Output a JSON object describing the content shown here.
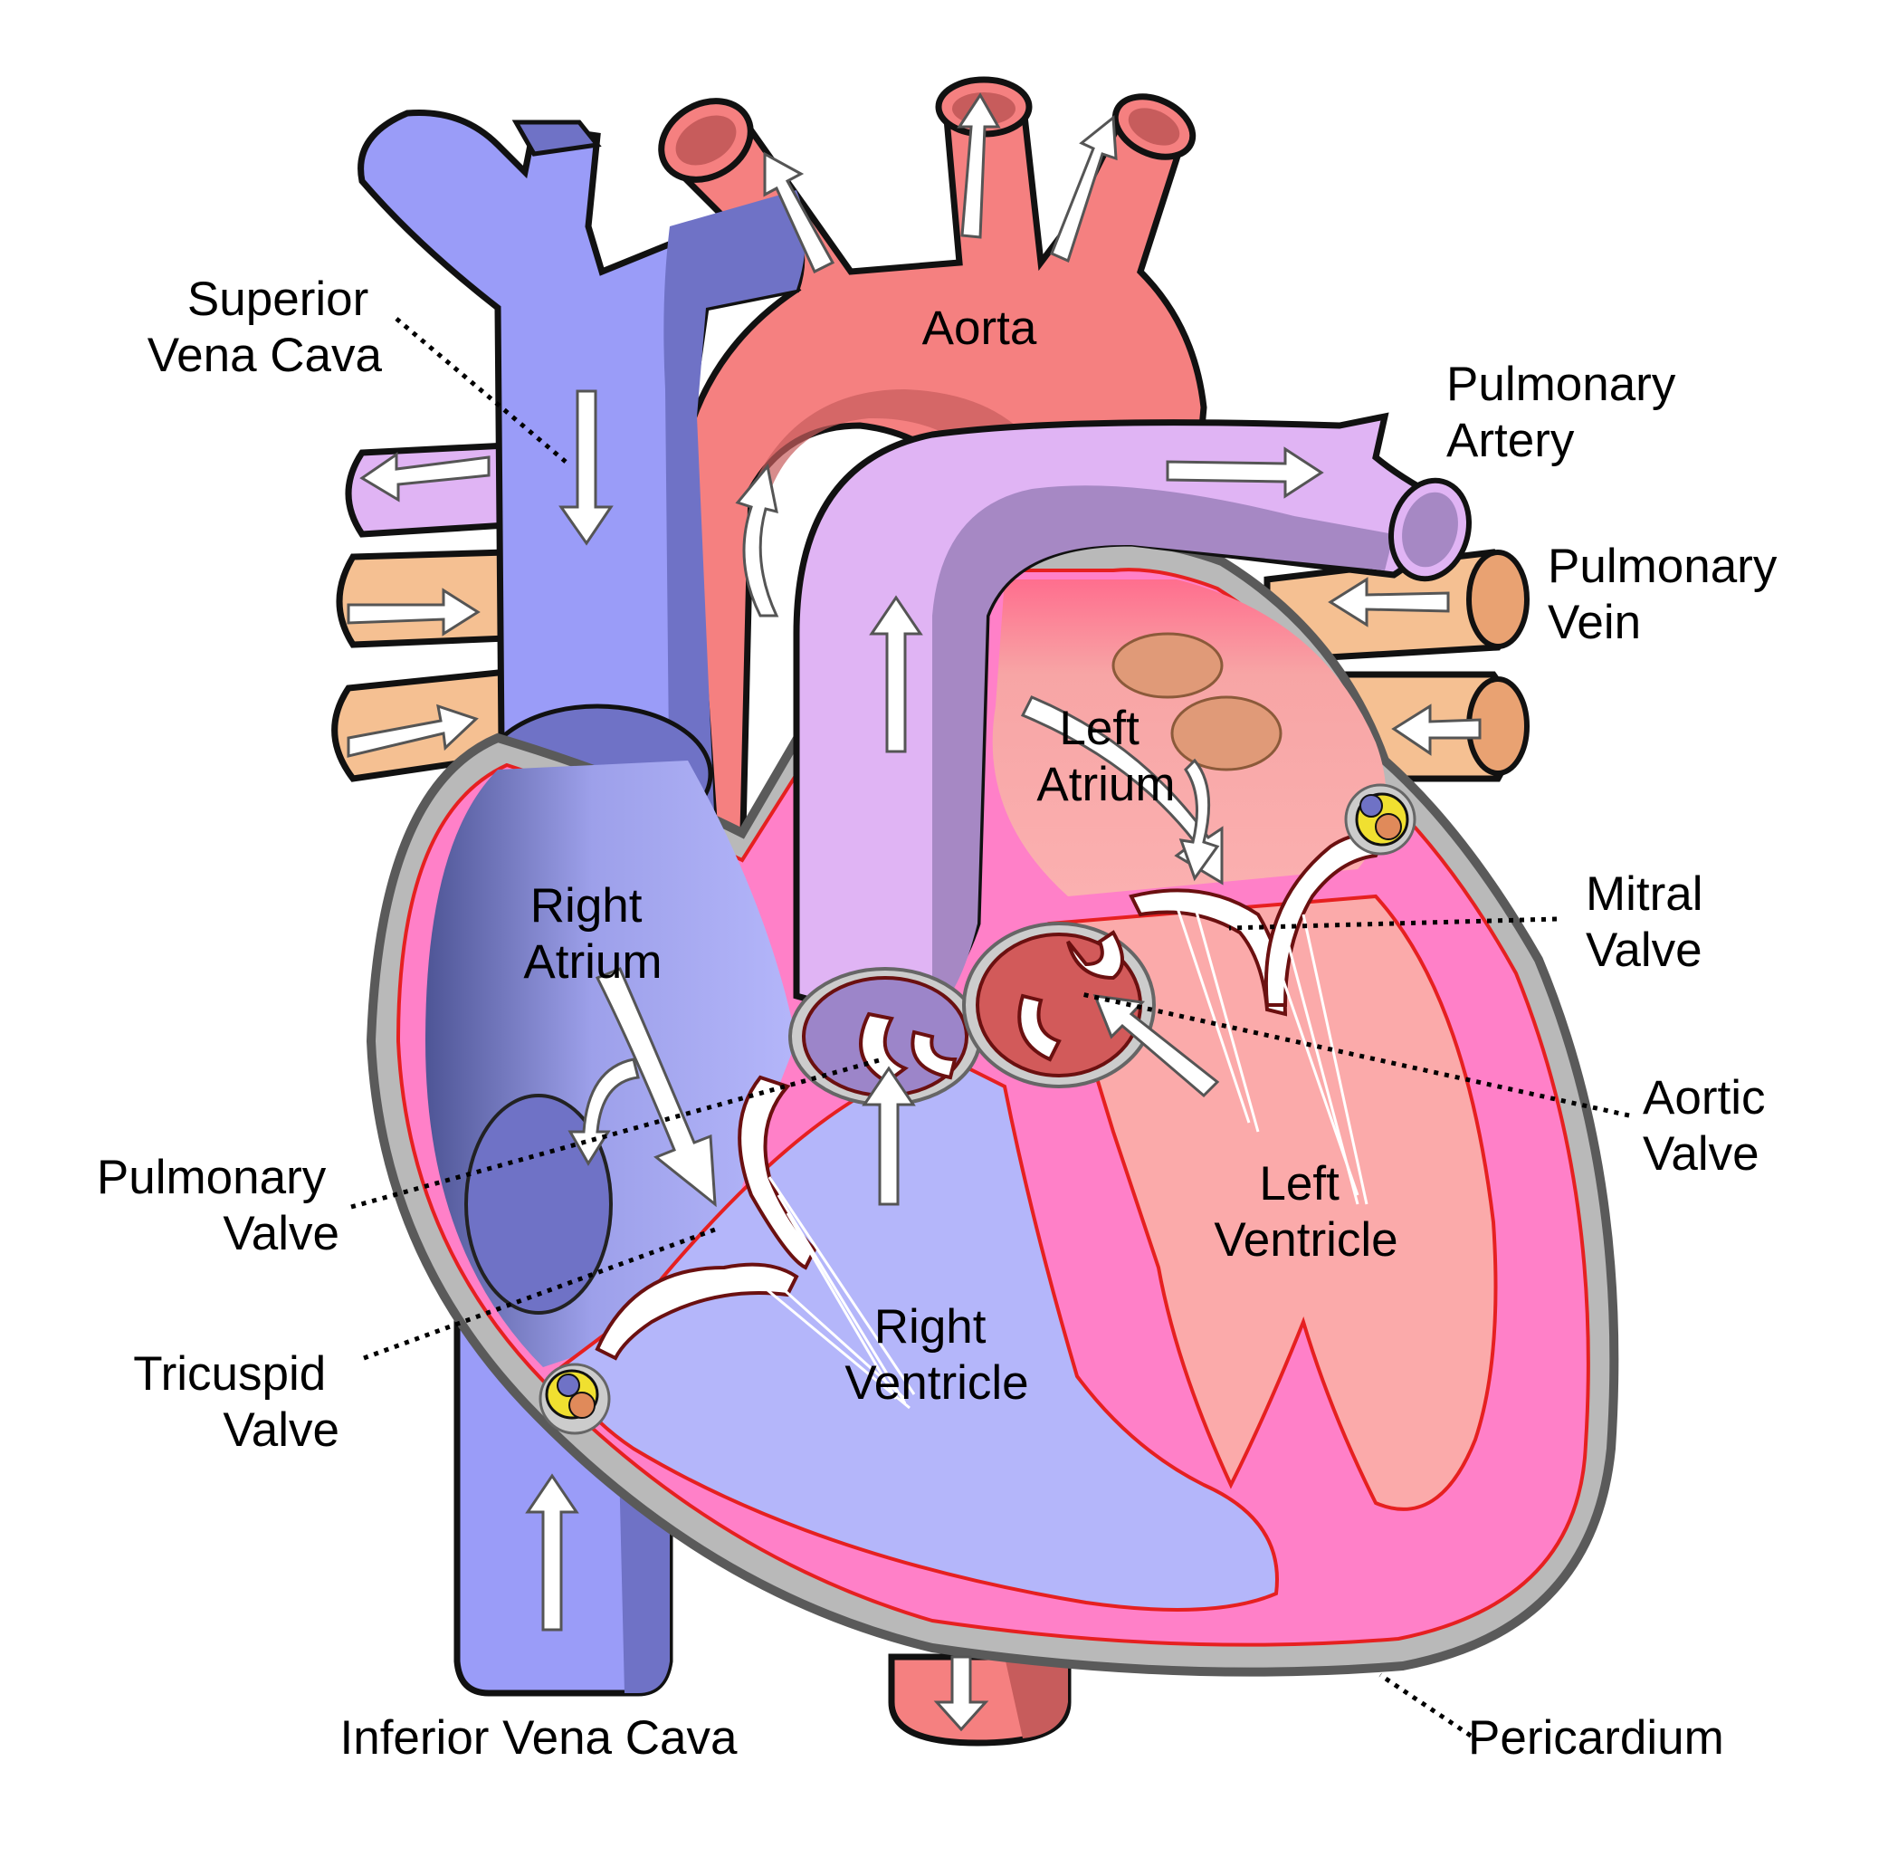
{
  "labels": {
    "superior_vena_cava": [
      "Superior",
      "Vena Cava"
    ],
    "aorta": [
      "Aorta"
    ],
    "pulmonary_artery": [
      "Pulmonary",
      "Artery"
    ],
    "pulmonary_vein": [
      "Pulmonary",
      "Vein"
    ],
    "left_atrium": [
      "Left",
      "Atrium"
    ],
    "right_atrium": [
      "Right",
      "Atrium"
    ],
    "mitral_valve": [
      "Mitral",
      "Valve"
    ],
    "aortic_valve": [
      "Aortic",
      "Valve"
    ],
    "pulmonary_valve": [
      "Pulmonary",
      "Valve"
    ],
    "tricuspid_valve": [
      "Tricuspid",
      "Valve"
    ],
    "left_ventricle": [
      "Left",
      "Ventricle"
    ],
    "right_ventricle": [
      "Right",
      "Ventricle"
    ],
    "inferior_vena_cava": [
      "Inferior Vena Cava"
    ],
    "pericardium": [
      "Pericardium"
    ]
  },
  "colors": {
    "vein_blue": "#9a9cf8",
    "vein_blue_dark": "#6f72c6",
    "aorta_red": "#f58080",
    "aorta_red_dark": "#c75c5c",
    "pulmonary_artery_purple": "#e0b4f4",
    "pulmonary_artery_dark": "#a688c4",
    "pulmonary_vein_tan": "#f5c092",
    "muscle_pink": "#ff80c8",
    "pericardium_gray": "#bbbbbb",
    "outline": "#111111"
  }
}
